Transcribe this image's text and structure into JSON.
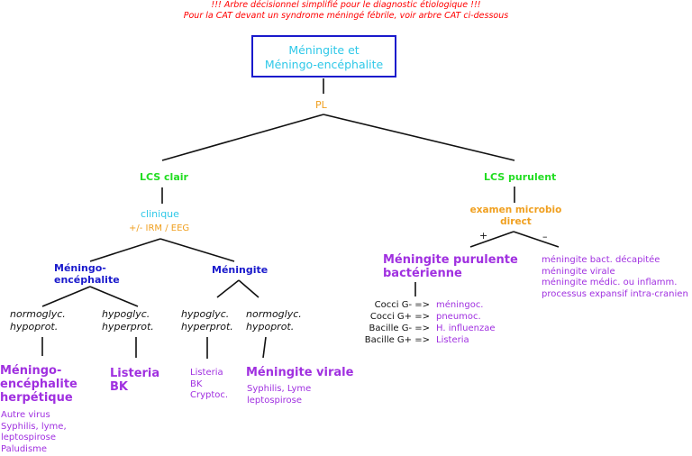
{
  "header": {
    "line1": "!!! Arbre décisionnel simplifié pour le diagnostic étiologique !!!",
    "line2": "Pour la CAT devant un syndrome méningé fébrile, voir arbre CAT ci-dessous"
  },
  "root": {
    "title": "Méningite et\nMéningo-encéphalite"
  },
  "pl": "PL",
  "lcs_clair": {
    "label": "LCS clair",
    "clinique": "clinique",
    "irm": "+/- IRM / EEG",
    "meningo": "Méningo-\nencéphalite",
    "meningite": "Méningite",
    "normo_left": "normoglyc.\nhypoprot.",
    "hypo_left": "hypoglyc.\nhyperprot.",
    "hypo_right": "hypoglyc.\nhyperprot.",
    "normo_right": "normoglyc.\nhypoprot.",
    "herpetique_title": "Méningo-\nencéphalite\nherpétique",
    "herpetique_list": "Autre virus\nSyphilis, lyme,\nleptospirose\nPaludisme",
    "listeria_title": "Listeria\nBK",
    "listeria_list": "Listeria\nBK\nCryptoc.",
    "virale_title": "Méningite virale",
    "virale_list": "Syphilis, Lyme\nleptospirose"
  },
  "lcs_purulent": {
    "label": "LCS purulent",
    "examen": "examen microbio\ndirect",
    "plus": "+",
    "minus": "–",
    "bacterienne_title": "Méningite purulente\nbactérienne",
    "germs": [
      {
        "left": "Cocci G-  =>",
        "right": "méningoc."
      },
      {
        "left": "Cocci G+  =>",
        "right": "pneumoc."
      },
      {
        "left": "Bacille G-  =>",
        "right": "H. influenzae"
      },
      {
        "left": "Bacille G+  =>",
        "right": "Listeria"
      }
    ],
    "negative_list": "méningite bact. décapitée\nméningite virale\nméningite médic. ou inflamm.\nprocessus expansif intra-cranien"
  }
}
